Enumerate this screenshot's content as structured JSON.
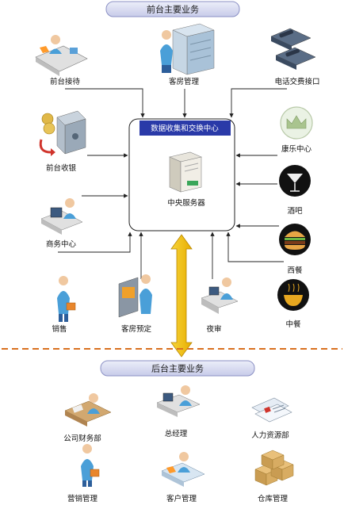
{
  "front_banner": {
    "label": "前台主要业务"
  },
  "back_banner": {
    "label": "后台主要业务"
  },
  "hub": {
    "title": "数据收集和交换中心",
    "server_label": "中央服务器"
  },
  "front_nodes": [
    {
      "key": "front-desk-reception",
      "label": "前台接待",
      "icon": "receptionist-desk-icon"
    },
    {
      "key": "room-management",
      "label": "客房管理",
      "icon": "server-rack-operator-icon"
    },
    {
      "key": "phone-exchange-interface",
      "label": "电话交费接口",
      "icon": "telephone-icon"
    },
    {
      "key": "front-desk-cashier",
      "label": "前台收银",
      "icon": "safe-coins-icon"
    },
    {
      "key": "recreation-center",
      "label": "康乐中心",
      "icon": "crown-icon"
    },
    {
      "key": "business-center",
      "label": "商务中心",
      "icon": "workstation-icon"
    },
    {
      "key": "bar",
      "label": "酒吧",
      "icon": "cocktail-glass-icon"
    },
    {
      "key": "western-restaurant",
      "label": "西餐",
      "icon": "burger-icon"
    },
    {
      "key": "sales",
      "label": "销售",
      "icon": "person-briefcase-icon"
    },
    {
      "key": "room-reservation",
      "label": "客房预定",
      "icon": "kiosk-terminal-icon"
    },
    {
      "key": "night-audit",
      "label": "夜审",
      "icon": "desk-operator-icon"
    },
    {
      "key": "chinese-restaurant",
      "label": "中餐",
      "icon": "soup-bowl-icon"
    }
  ],
  "back_nodes": [
    {
      "key": "finance-dept",
      "label": "公司财务部",
      "icon": "finance-desk-icon"
    },
    {
      "key": "general-manager",
      "label": "总经理",
      "icon": "manager-desk-icon"
    },
    {
      "key": "hr-dept",
      "label": "人力资源部",
      "icon": "id-cards-icon"
    },
    {
      "key": "marketing-mgmt",
      "label": "营销管理",
      "icon": "person-briefcase-icon"
    },
    {
      "key": "customer-mgmt",
      "label": "客户管理",
      "icon": "customer-desk-icon"
    },
    {
      "key": "warehouse-mgmt",
      "label": "仓库管理",
      "icon": "boxes-icon"
    }
  ],
  "colors": {
    "banner_fill": "#d7d9ef",
    "banner_border": "#8b90c4",
    "hub_title_fill": "#2a3aa8",
    "arrow_fill": "#f2c20e",
    "divider": "#d9701f",
    "line": "#222222"
  }
}
